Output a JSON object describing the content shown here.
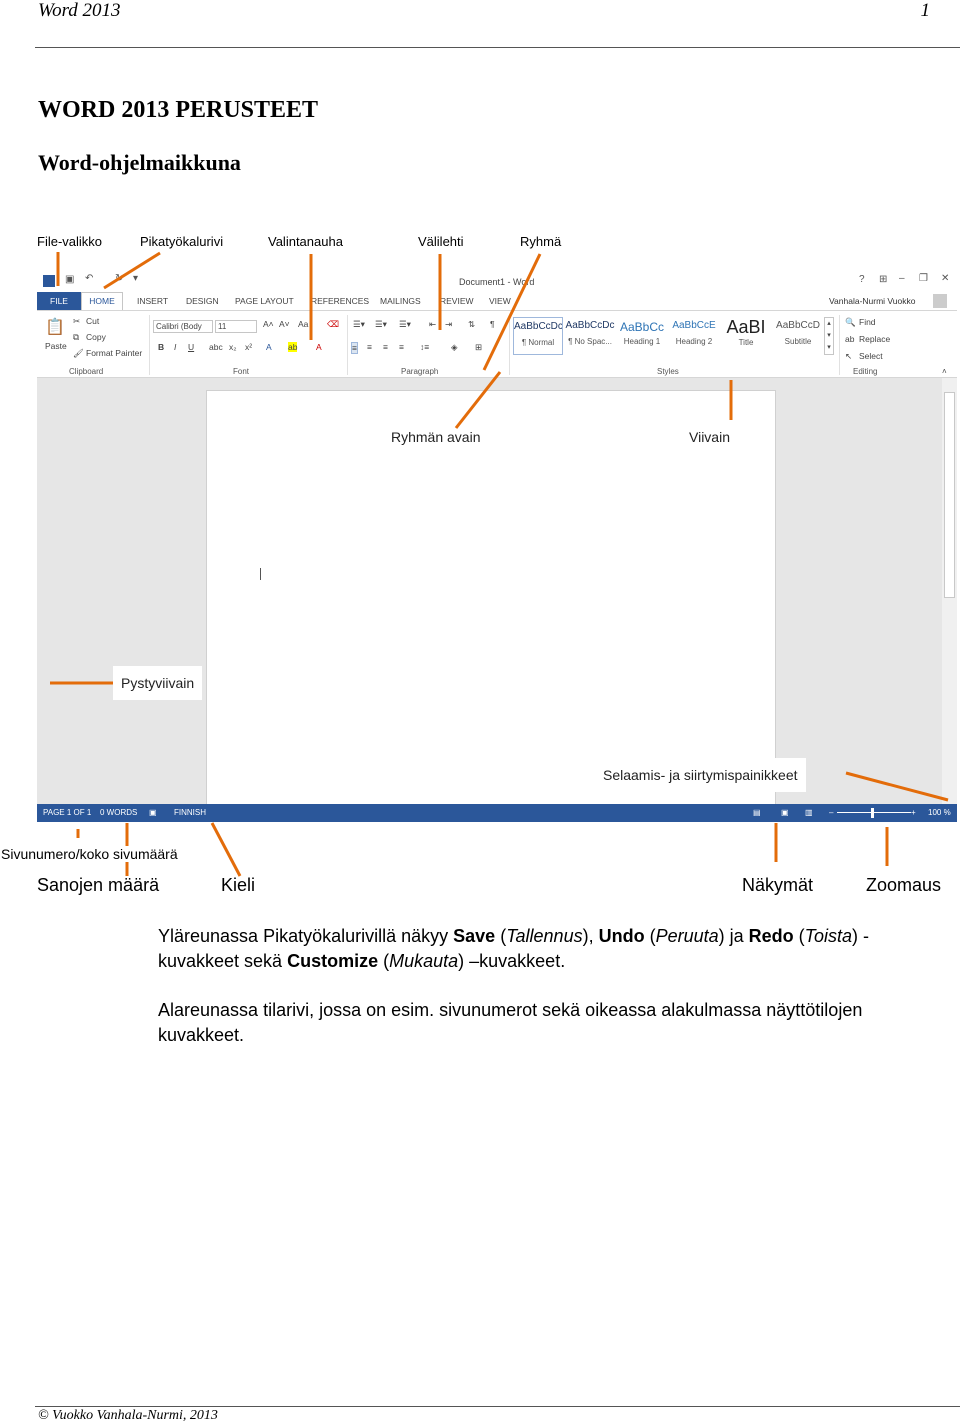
{
  "header": {
    "title": "Word 2013",
    "page_number": "1"
  },
  "footer": {
    "text": "© Vuokko Vanhala-Nurmi, 2013"
  },
  "document": {
    "title": "WORD 2013 PERUSTEET",
    "subtitle": "Word-ohjelmaikkuna"
  },
  "labels": {
    "file_menu": "File-valikko",
    "quick_access": "Pikatyökalurivi",
    "ribbon": "Valintanauha",
    "tab": "Välilehti",
    "group": "Ryhmä",
    "group_launcher": "Ryhmän avain",
    "ruler": "Viivain",
    "vertical_ruler": "Pystyviivain",
    "browse_buttons": "Selaamis- ja siirtymispainikkeet",
    "page_number": "Sivunumero/koko sivumäärä",
    "word_count": "Sanojen määrä",
    "language": "Kieli",
    "views": "Näkymät",
    "zoom": "Zoomaus"
  },
  "word_window": {
    "document_title": "Document1 - Word",
    "user": "Vanhala-Nurmi Vuokko",
    "tabs": [
      "FILE",
      "HOME",
      "INSERT",
      "DESIGN",
      "PAGE LAYOUT",
      "REFERENCES",
      "MAILINGS",
      "REVIEW",
      "VIEW"
    ],
    "clipboard": {
      "paste": "Paste",
      "cut": "Cut",
      "copy": "Copy",
      "format_painter": "Format Painter",
      "label": "Clipboard"
    },
    "font": {
      "name": "Calibri (Body",
      "size": "11",
      "label": "Font"
    },
    "paragraph": {
      "label": "Paragraph"
    },
    "styles": {
      "label": "Styles",
      "items": [
        {
          "preview": "AaBbCcDc",
          "name": "¶ Normal"
        },
        {
          "preview": "AaBbCcDc",
          "name": "¶ No Spac..."
        },
        {
          "preview": "AaBbCc",
          "name": "Heading 1"
        },
        {
          "preview": "AaBbCcE",
          "name": "Heading 2"
        },
        {
          "preview": "AaBI",
          "name": "Title"
        },
        {
          "preview": "AaBbCcD",
          "name": "Subtitle"
        }
      ]
    },
    "editing": {
      "find": "Find",
      "replace": "Replace",
      "select": "Select",
      "label": "Editing"
    },
    "status": {
      "page": "PAGE 1 OF 1",
      "words": "0 WORDS",
      "language": "FINNISH",
      "zoom": "100 %"
    }
  },
  "body": {
    "p1": {
      "t1": "Yläreunassa Pikatyökalurivillä näkyy ",
      "save": "Save",
      "t2": " (",
      "save_fi": "Tallennus",
      "t3": "), ",
      "undo": "Undo",
      "t4": " (",
      "undo_fi": "Peruuta",
      "t5": ") ja ",
      "redo": "Redo",
      "t6": " (",
      "redo_fi": "Toista",
      "t7": ") - kuvakkeet sekä ",
      "customize": "Customize",
      "t8": " (",
      "customize_fi": "Mukauta",
      "t9": ") –kuvakkeet."
    },
    "p2": "Alareunassa tilarivi, jossa on esim. sivunumerot sekä oikeassa alakulmassa näyttötilojen kuvakkeet."
  },
  "colors": {
    "accent": "#2b579a",
    "callout": "#e36c0a"
  }
}
